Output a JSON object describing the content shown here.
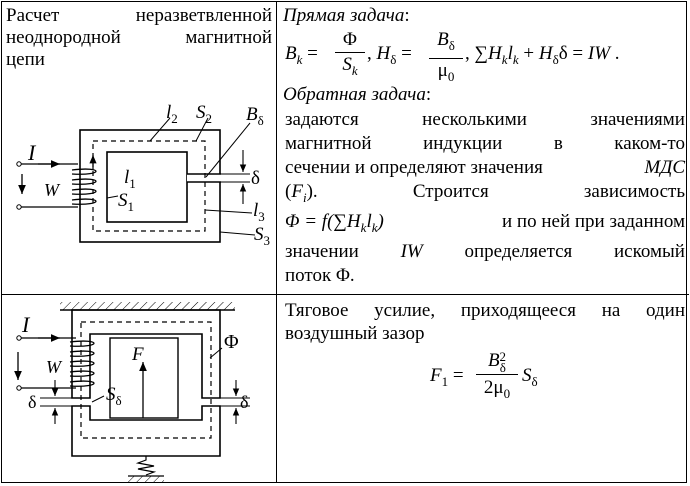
{
  "row1": {
    "left_title_lines": [
      "Расчет неразветвленной",
      "неоднородной магнитной",
      "цепи"
    ],
    "figure_labels": {
      "I": "I",
      "W": "W",
      "l1": "l",
      "l1_sub": "1",
      "S1": "S",
      "S1_sub": "1",
      "l2": "l",
      "l2_sub": "2",
      "S2": "S",
      "S2_sub": "2",
      "B": "B",
      "B_sub": "δ",
      "delta": "δ",
      "l3": "l",
      "l3_sub": "3",
      "S3": "S",
      "S3_sub": "3"
    },
    "direct_task_heading": "Прямая задача",
    "direct_task_colon": ":",
    "formula_parts": {
      "Bk": "B",
      "k": "k",
      "eq": " = ",
      "Phi": "Φ",
      "Sk": "S",
      "comma": ", ",
      "H": "H",
      "delta": "δ",
      "Bdelta": "B",
      "mu": "μ",
      "zero": "0",
      "sum": "∑",
      "Hk": "H",
      "lk": "l",
      "plus": " + ",
      "Hdelta_tail": "δ = ",
      "IW": "IW",
      "period": " ."
    },
    "inverse_task_heading": "Обратная задача",
    "inverse_task_colon": ":",
    "inverse_lines": [
      [
        "задаются",
        "несколькими",
        "значениями"
      ],
      [
        "магнитной",
        "индукции",
        "в",
        "каком-то"
      ],
      [
        "сечении и определяют значения "
      ],
      [
        "(",
        ").",
        "Строится",
        "зависимость"
      ],
      [
        "",
        "и по ней при заданном"
      ],
      [
        "значении",
        "",
        "определяется",
        "искомый"
      ],
      [
        "поток Φ."
      ]
    ],
    "mds": "МДС",
    "Fi": "F",
    "Fi_sub": "i",
    "dependency": "Φ = f(∑H",
    "dependency_k1": "k",
    "dependency_l": "l",
    "dependency_k2": "k",
    "dependency_close": ")",
    "IW": "IW"
  },
  "row2": {
    "figure_labels": {
      "I": "I",
      "W": "W",
      "F": "F",
      "Phi": "Φ",
      "S": "S",
      "S_sub": "δ",
      "delta_left": "δ",
      "delta_right": "δ"
    },
    "text_lines": [
      "Тяговое усилие, приходящееся на один",
      "воздушный зазор"
    ],
    "formula": {
      "F": "F",
      "F_sub": "1",
      "eq": " = ",
      "B": "B",
      "B_sub": "δ",
      "B_sup": "2",
      "two_mu": "2μ",
      "mu_sub": "0",
      "S": "S",
      "S_sub": "δ"
    }
  }
}
